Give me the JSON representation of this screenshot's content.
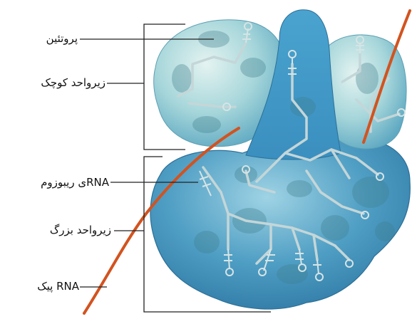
{
  "labels": {
    "protein": "پروتئین",
    "small_subunit": "زیرواحد کوچک",
    "ribosomal_rna": "RNAی ریبوزوم",
    "large_subunit": "زیرواحد بزرگ",
    "messenger_rna": "RNA پیک"
  },
  "colors": {
    "large_subunit": "#4f9ec4",
    "small_subunit": "#7cc0cf",
    "rna_strand": "#d2531f",
    "leader_line": "#222222"
  }
}
